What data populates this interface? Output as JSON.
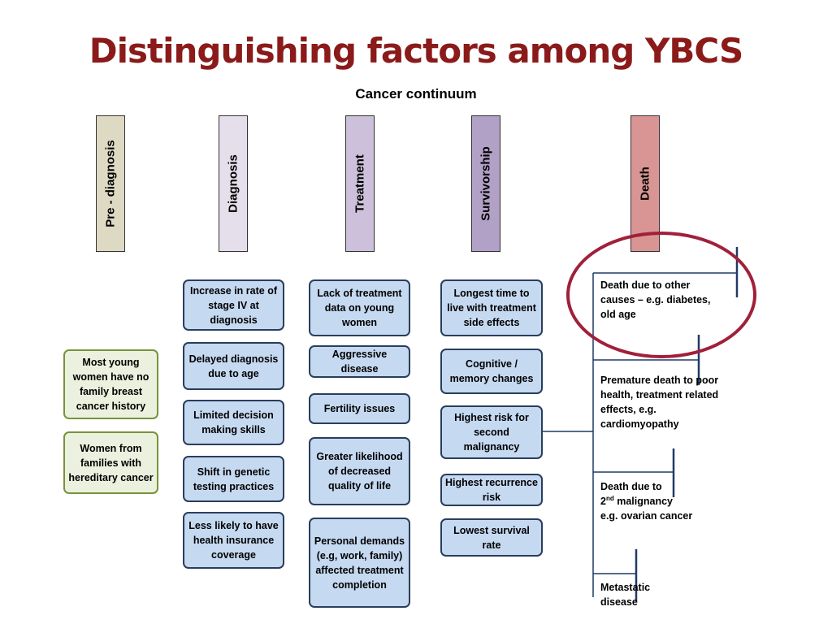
{
  "title": "Distinguishing factors among YBCS",
  "subtitle": "Cancer continuum",
  "stages": {
    "pre_diagnosis": "Pre - diagnosis",
    "diagnosis": "Diagnosis",
    "treatment": "Treatment",
    "survivorship": "Survivorship",
    "death": "Death"
  },
  "colors": {
    "title": "#8b1a1a",
    "pre_diagnosis": "#ddd9c3",
    "diagnosis": "#e5dfec",
    "treatment": "#ccc0da",
    "survivorship": "#b2a1c7",
    "death": "#d99594",
    "box_fill": "#c5d9f1",
    "green_fill": "#ebf1de",
    "highlight_circle": "#a0203a"
  },
  "pre_diagnosis_items": [
    "Most young women have no family breast cancer history",
    "Women from families with hereditary cancer"
  ],
  "diagnosis_items": [
    "Increase in rate of  stage IV at diagnosis",
    "Delayed diagnosis due to age",
    "Limited decision making skills",
    "Shift in genetic testing practices",
    "Less likely to have health insurance coverage"
  ],
  "treatment_items": [
    "Lack of treatment data on young women",
    "Aggressive disease",
    "Fertility issues",
    "Greater likelihood of decreased quality of life",
    "Personal demands (e.g, work, family) affected treatment completion"
  ],
  "survivorship_items": [
    "Longest time to live with treatment side effects",
    "Cognitive / memory changes",
    "Highest risk for second malignancy",
    "Highest recurrence risk",
    "Lowest survival rate"
  ],
  "death_items": {
    "other_causes": "Death due to other causes – e.g. diabetes, old age",
    "premature": "Premature death to poor health, treatment related  effects, e.g. cardiomyopathy",
    "second_prefix": "Death due to",
    "second_num": "2",
    "second_sup": "nd",
    "second_suffix": " malignancy",
    "second_example": "e.g. ovarian cancer",
    "metastatic": "Metastatic disease"
  }
}
